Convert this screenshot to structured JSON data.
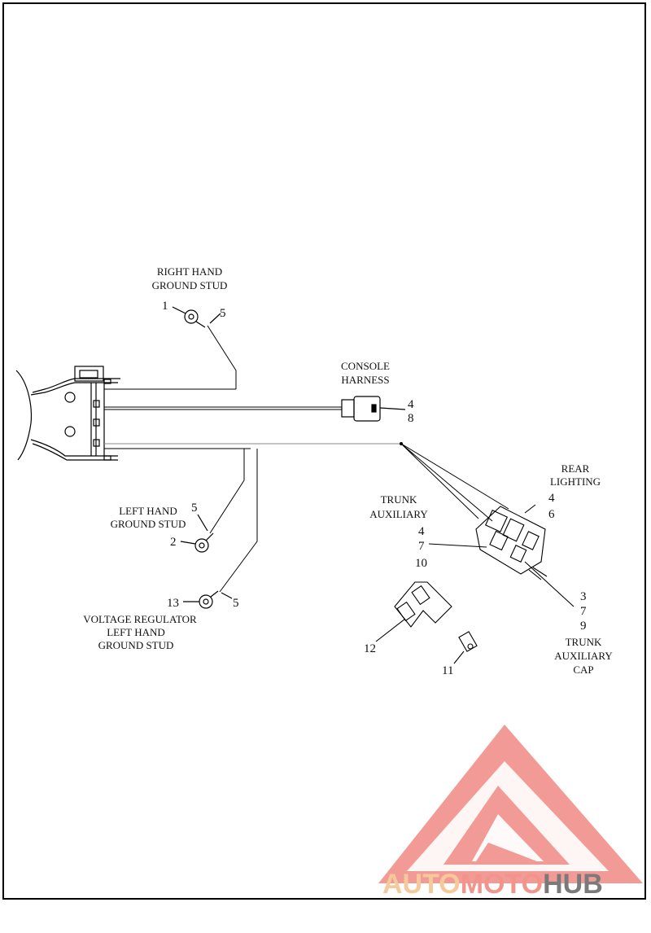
{
  "labels": {
    "right_hand_ground_stud": [
      "RIGHT HAND",
      "GROUND STUD"
    ],
    "console_harness": [
      "CONSOLE",
      "HARNESS"
    ],
    "rear_lighting": [
      "REAR",
      "LIGHTING"
    ],
    "trunk_auxiliary": [
      "TRUNK",
      "AUXILIARY"
    ],
    "left_hand_ground_stud": [
      "LEFT HAND",
      "GROUND STUD"
    ],
    "voltage_regulator": [
      "VOLTAGE REGULATOR",
      "LEFT HAND",
      "GROUND STUD"
    ],
    "trunk_auxiliary_cap": [
      "TRUNK",
      "AUXILIARY",
      "CAP"
    ]
  },
  "callouts": {
    "rh_stud": "1",
    "rh_wire": "5",
    "console_a": "4",
    "console_b": "8",
    "rear_a": "4",
    "rear_b": "6",
    "trunk_a": "4",
    "trunk_b": "7",
    "trunk_c": "10",
    "lh_wire": "5",
    "lh_stud": "2",
    "vr_stud": "13",
    "vr_wire": "5",
    "cap_a": "3",
    "cap_b": "7",
    "cap_c": "9",
    "part_12": "12",
    "part_11": "11"
  },
  "watermark": {
    "part1": "AUTO",
    "part2": "MOTO",
    "part3": "HUB",
    "colors": {
      "auto": "#f6c99b",
      "moto": "#f2948c",
      "hub": "#7a7a7a",
      "logo": "#f08a84"
    }
  }
}
